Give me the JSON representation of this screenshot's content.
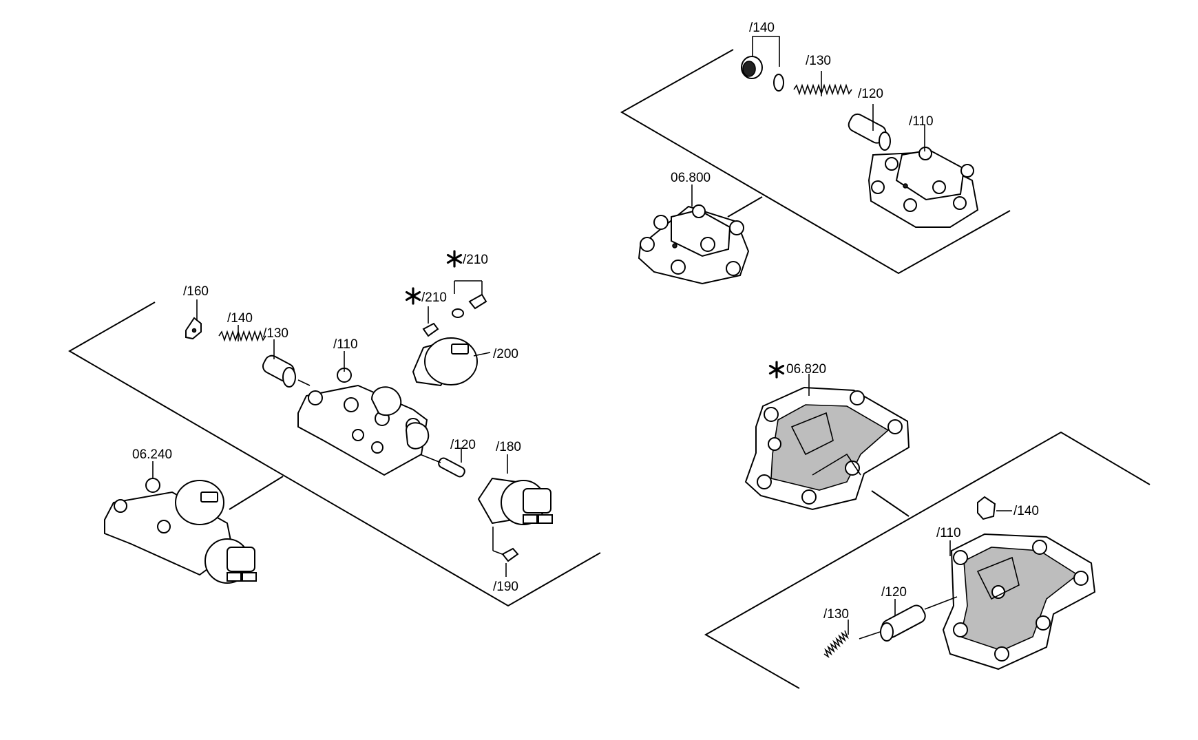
{
  "diagram": {
    "labels": {
      "l140_top": "/140",
      "l130_top": "/130",
      "l120_top": "/120",
      "l110_top": "/110",
      "l06800": "06.800",
      "l210_a": "/210",
      "l210_b": "/210",
      "l160": "/160",
      "l140_left": "/140",
      "l130_left": "/130",
      "l110_left": "/110",
      "l200": "/200",
      "l06240": "06.240",
      "l120_left": "/120",
      "l180": "/180",
      "l190": "/190",
      "l06820": "06.820",
      "l140_br": "/140",
      "l110_br": "/110",
      "l120_br": "/120",
      "l130_br": "/130"
    }
  }
}
